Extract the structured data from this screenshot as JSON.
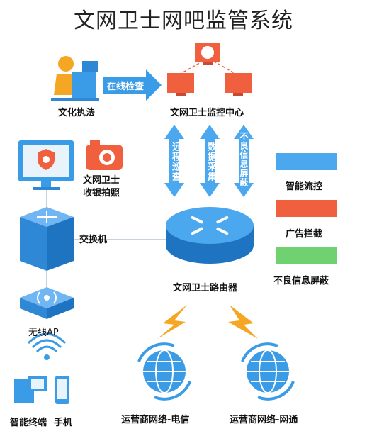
{
  "title": "文网卫士网吧监管系统",
  "nodes": {
    "culture_enforcement": "文化执法",
    "online_check": "在线检查",
    "monitoring_center": "文网卫士监控中心",
    "cashier_photo_line1": "文网卫士",
    "cashier_photo_line2": "收银拍照",
    "switch": "交换机",
    "router": "文网卫士路由器",
    "wireless_ap": "无线AP",
    "smart_terminal": "智能终端",
    "phone": "手机",
    "isp_telecom": "运营商网络-电信",
    "isp_unicom": "运营商网络-网通"
  },
  "vertical_arrows": [
    "远程巡查",
    "数据采集",
    "不良信息屏蔽"
  ],
  "legend": [
    {
      "label": "智能流控",
      "color": "#4ba8ee"
    },
    {
      "label": "广告拦截",
      "color": "#f0603f"
    },
    {
      "label": "不良信息屏蔽",
      "color": "#6fd16f"
    }
  ],
  "colors": {
    "blue": "#3a9be6",
    "orange": "#f0603f",
    "lightning": "#f5a623",
    "line": "#c9d2db"
  }
}
